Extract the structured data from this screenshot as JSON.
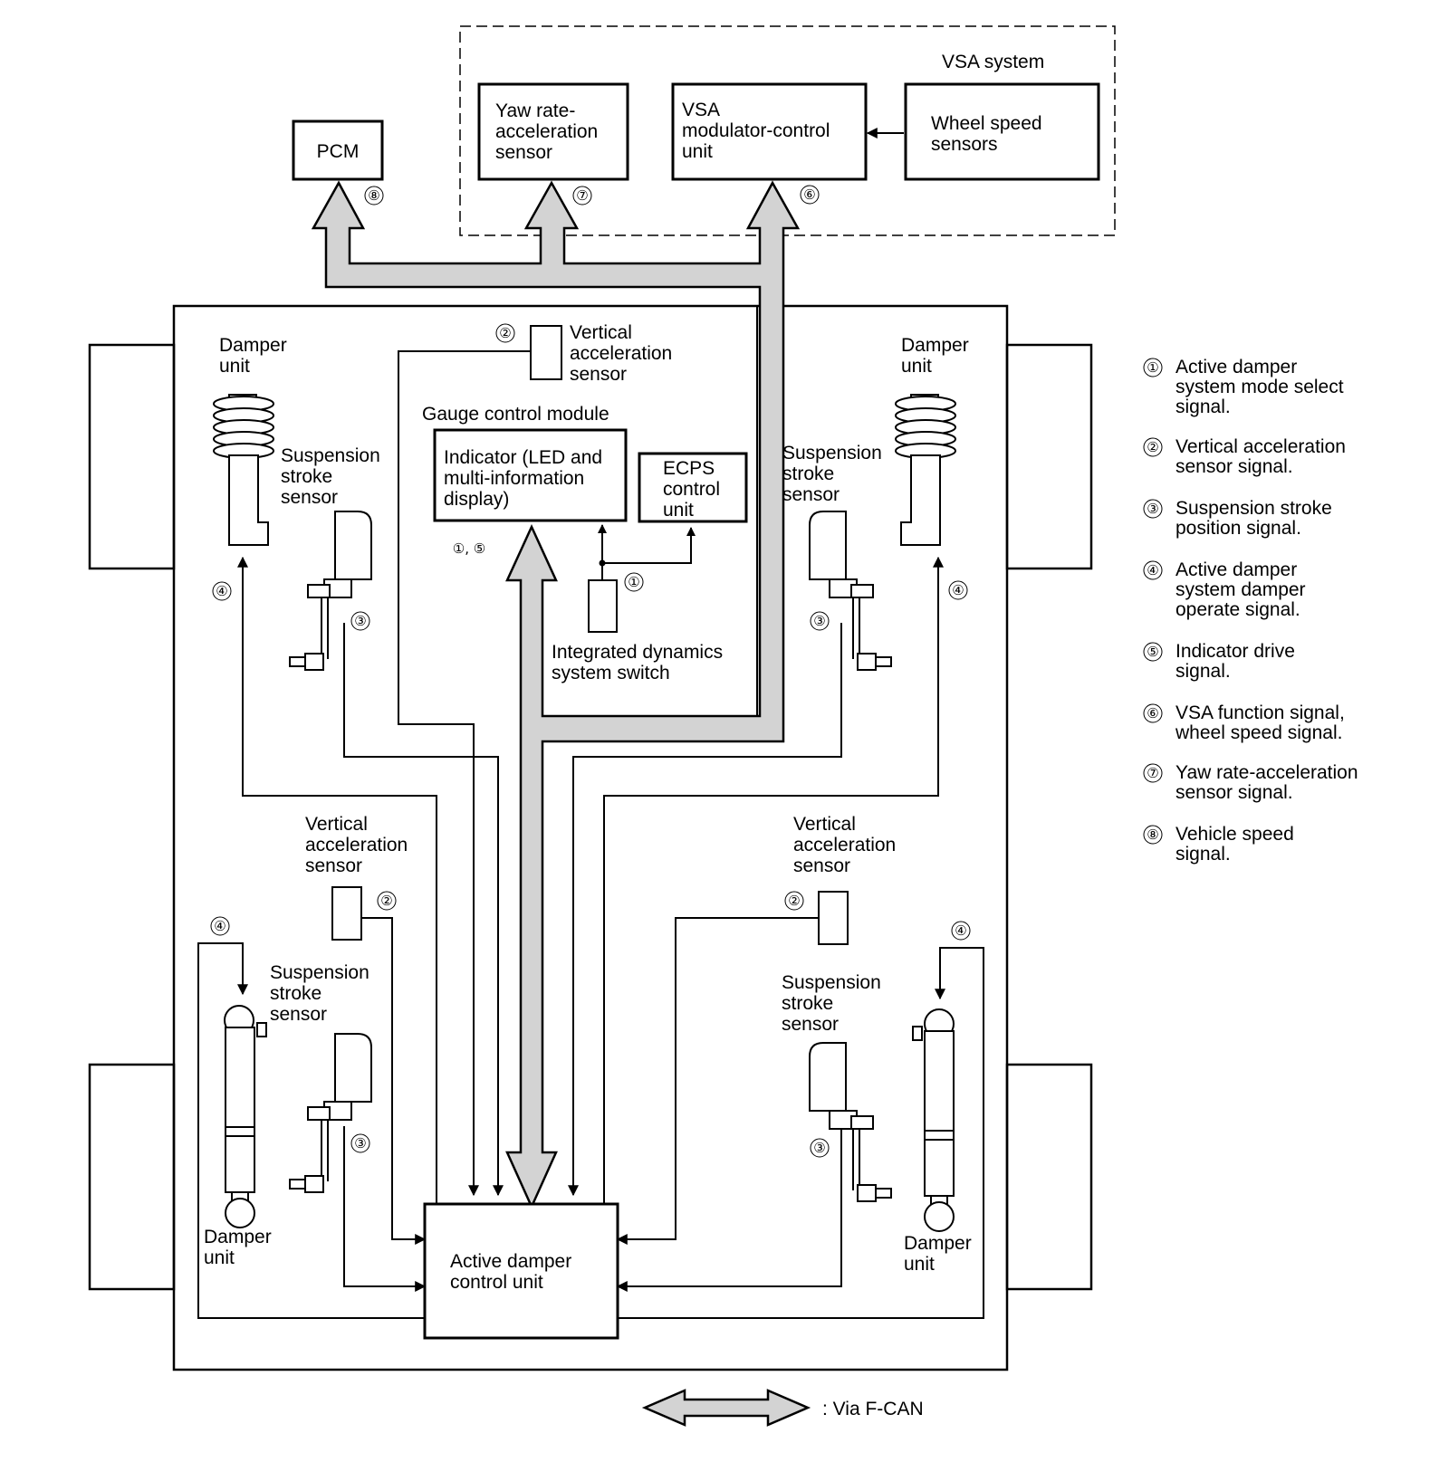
{
  "vsa_system": {
    "title": "VSA system",
    "yaw_sensor": [
      "Yaw rate-",
      "acceleration",
      "sensor"
    ],
    "modulator": [
      "VSA",
      "modulator-control",
      "unit"
    ],
    "wheel_speed": [
      "Wheel speed",
      "sensors"
    ]
  },
  "pcm": "PCM",
  "vertical_sensor_top": [
    "Vertical",
    "acceleration",
    "sensor"
  ],
  "vertical_sensor_left": [
    "Vertical",
    "acceleration",
    "sensor"
  ],
  "vertical_sensor_right": [
    "Vertical",
    "acceleration",
    "sensor"
  ],
  "gauge_module": "Gauge control module",
  "indicator": [
    "Indicator (LED and",
    "multi-information",
    "display)"
  ],
  "ecps": [
    "ECPS",
    "control",
    "unit"
  ],
  "ids_switch": [
    "Integrated dynamics",
    "system switch"
  ],
  "damper_fl": [
    "Damper",
    "unit"
  ],
  "damper_fr": [
    "Damper",
    "unit"
  ],
  "damper_rl": [
    "Damper",
    "unit"
  ],
  "damper_rr": [
    "Damper",
    "unit"
  ],
  "stroke_fl": [
    "Suspension",
    "stroke",
    "sensor"
  ],
  "stroke_fr": [
    "Suspension",
    "stroke",
    "sensor"
  ],
  "stroke_rl": [
    "Suspension",
    "stroke",
    "sensor"
  ],
  "stroke_rr": [
    "Suspension",
    "stroke",
    "sensor"
  ],
  "adcu": [
    "Active damper",
    "control unit"
  ],
  "markers": {
    "m1": "①",
    "m2": "②",
    "m3": "③",
    "m4": "④",
    "m5": "⑤",
    "m6": "⑥",
    "m7": "⑦",
    "m8": "⑧",
    "m15": "①, ⑤"
  },
  "legend": [
    {
      "num": "①",
      "lines": [
        "Active damper",
        "system mode select",
        "signal."
      ]
    },
    {
      "num": "②",
      "lines": [
        "Vertical acceleration",
        "sensor signal."
      ]
    },
    {
      "num": "③",
      "lines": [
        "Suspension stroke",
        "position signal."
      ]
    },
    {
      "num": "④",
      "lines": [
        "Active damper",
        "system damper",
        "operate signal."
      ]
    },
    {
      "num": "⑤",
      "lines": [
        "Indicator drive",
        "signal."
      ]
    },
    {
      "num": "⑥",
      "lines": [
        "VSA function signal,",
        "wheel speed signal."
      ]
    },
    {
      "num": "⑦",
      "lines": [
        "Yaw rate-acceleration",
        "sensor signal."
      ]
    },
    {
      "num": "⑧",
      "lines": [
        "Vehicle speed",
        "signal."
      ]
    }
  ],
  "fcan_key": ": Via F-CAN"
}
